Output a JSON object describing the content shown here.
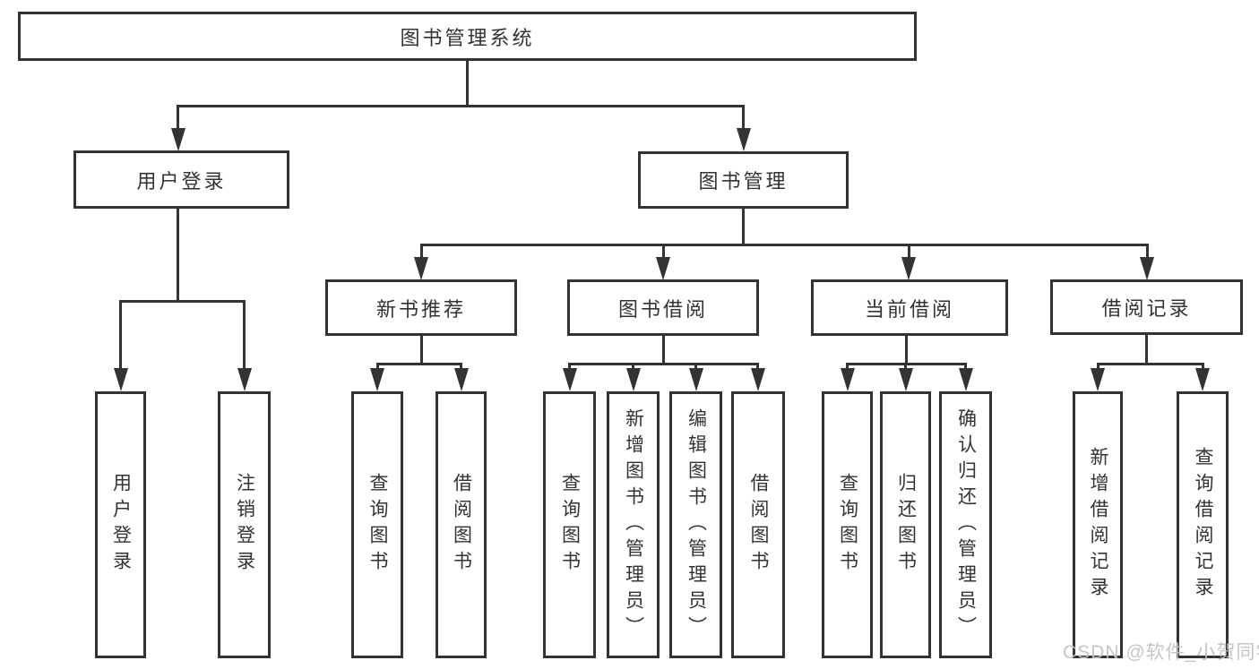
{
  "diagram_title": "图书管理系统",
  "tree": {
    "label": "图书管理系统",
    "children": [
      {
        "label": "用户登录",
        "children": [
          {
            "label": "用户登录"
          },
          {
            "label": "注销登录"
          }
        ]
      },
      {
        "label": "图书管理",
        "children": [
          {
            "label": "新书推荐",
            "children": [
              {
                "label": "查询图书"
              },
              {
                "label": "借阅图书"
              }
            ]
          },
          {
            "label": "图书借阅",
            "children": [
              {
                "label": "查询图书"
              },
              {
                "label": "新增图书（管理员）"
              },
              {
                "label": "编辑图书（管理员）"
              },
              {
                "label": "借阅图书"
              }
            ]
          },
          {
            "label": "当前借阅",
            "children": [
              {
                "label": "查询图书"
              },
              {
                "label": "归还图书"
              },
              {
                "label": "确认归还（管理员）"
              }
            ]
          },
          {
            "label": "借阅记录",
            "children": [
              {
                "label": "新增借阅记录"
              },
              {
                "label": "查询借阅记录"
              }
            ]
          }
        ]
      }
    ]
  },
  "watermark": "CSDN @软件_小贺同学",
  "colors": {
    "line": "#333333",
    "text": "#333333",
    "watermark": "#c1c1c1",
    "background": "#ffffff"
  }
}
